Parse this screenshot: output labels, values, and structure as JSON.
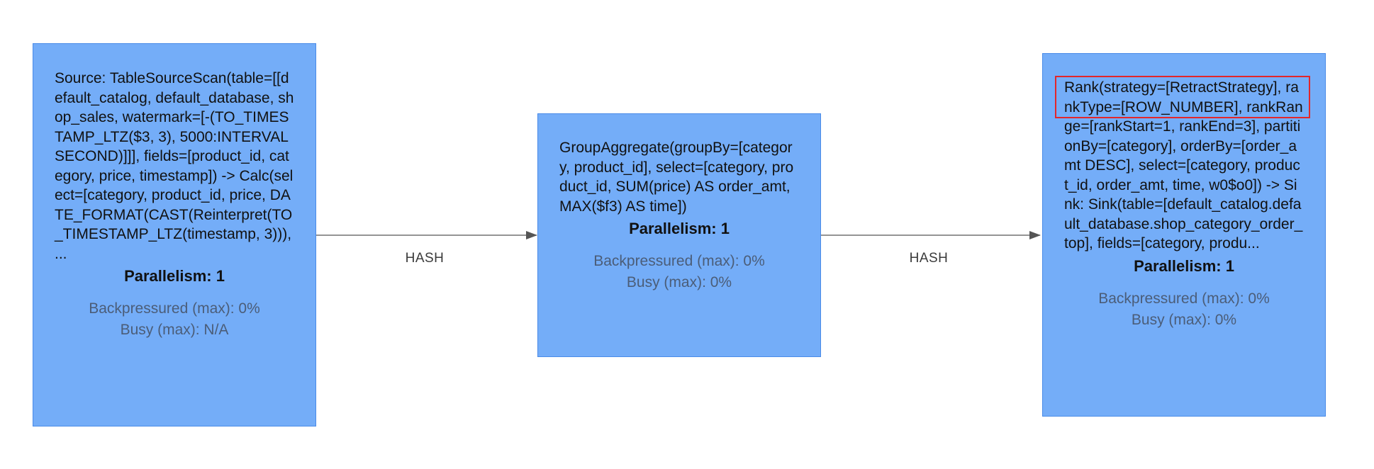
{
  "edges": [
    {
      "label": "HASH"
    },
    {
      "label": "HASH"
    }
  ],
  "nodes": [
    {
      "description": "Source: TableSourceScan(table=[[default_catalog, default_database, shop_sales, watermark=[-(TO_TIMESTAMP_LTZ($3, 3), 5000:INTERVAL SECOND)]]], fields=[product_id, category, price, timestamp]) -> Calc(select=[category, product_id, price, DATE_FORMAT(CAST(Reinterpret(TO_TIMESTAMP_LTZ(timestamp, 3))), ...",
      "parallelism": "Parallelism: 1",
      "backpressured": "Backpressured (max): 0%",
      "busy": "Busy (max): N/A"
    },
    {
      "description": "GroupAggregate(groupBy=[category, product_id], select=[category, product_id, SUM(price) AS order_amt, MAX($f3) AS time])",
      "parallelism": "Parallelism: 1",
      "backpressured": "Backpressured (max): 0%",
      "busy": "Busy (max): 0%"
    },
    {
      "description": "Rank(strategy=[RetractStrategy], rankType=[ROW_NUMBER], rankRange=[rankStart=1, rankEnd=3], partitionBy=[category], orderBy=[order_amt DESC], select=[category, product_id, order_amt, time, w0$o0]) -> Sink: Sink(table=[default_catalog.default_database.shop_category_order_top], fields=[category, produ...",
      "parallelism": "Parallelism: 1",
      "backpressured": "Backpressured (max): 0%",
      "busy": "Busy (max): 0%"
    }
  ],
  "colors": {
    "node_fill": "#74adf8",
    "node_border": "#4a8be8",
    "highlight_border": "#e3262a",
    "edge": "#555555"
  }
}
